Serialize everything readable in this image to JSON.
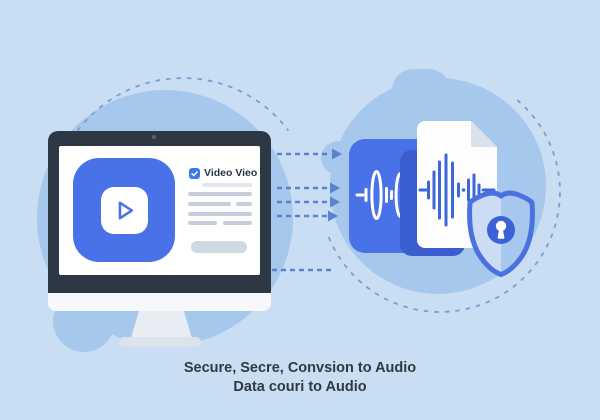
{
  "caption": {
    "line1": "Secure, Secre, Convsion to Audio",
    "line2": "Data couri to Audio"
  },
  "monitor": {
    "checkbox_label": "Video Vieo",
    "checkbox_checked": true,
    "play_button_icon": "play-icon",
    "placeholder_pill_button": true
  },
  "conversion": {
    "arrow_style": "dashed",
    "arrow_count": 5
  },
  "audio_card": {
    "icon": "audio-waveform-lens-icon"
  },
  "audio_document": {
    "icon": "audio-waveform-bars-icon",
    "folded_corner": true
  },
  "security": {
    "icon": "shield-lock-icon"
  },
  "palette": {
    "background": "#cadef3",
    "halo_circle": "#a7c8ed",
    "accent_blue": "#4a72e8",
    "deep_blue": "#3a5ecf",
    "monitor_frame": "#2d3844",
    "checkbox_blue": "#3b7ce2",
    "arrow_blue": "#5b82d2",
    "dashed_ring": "#7b9dd3",
    "shield_badge": "#3b62d6",
    "text": "#2e3944"
  }
}
